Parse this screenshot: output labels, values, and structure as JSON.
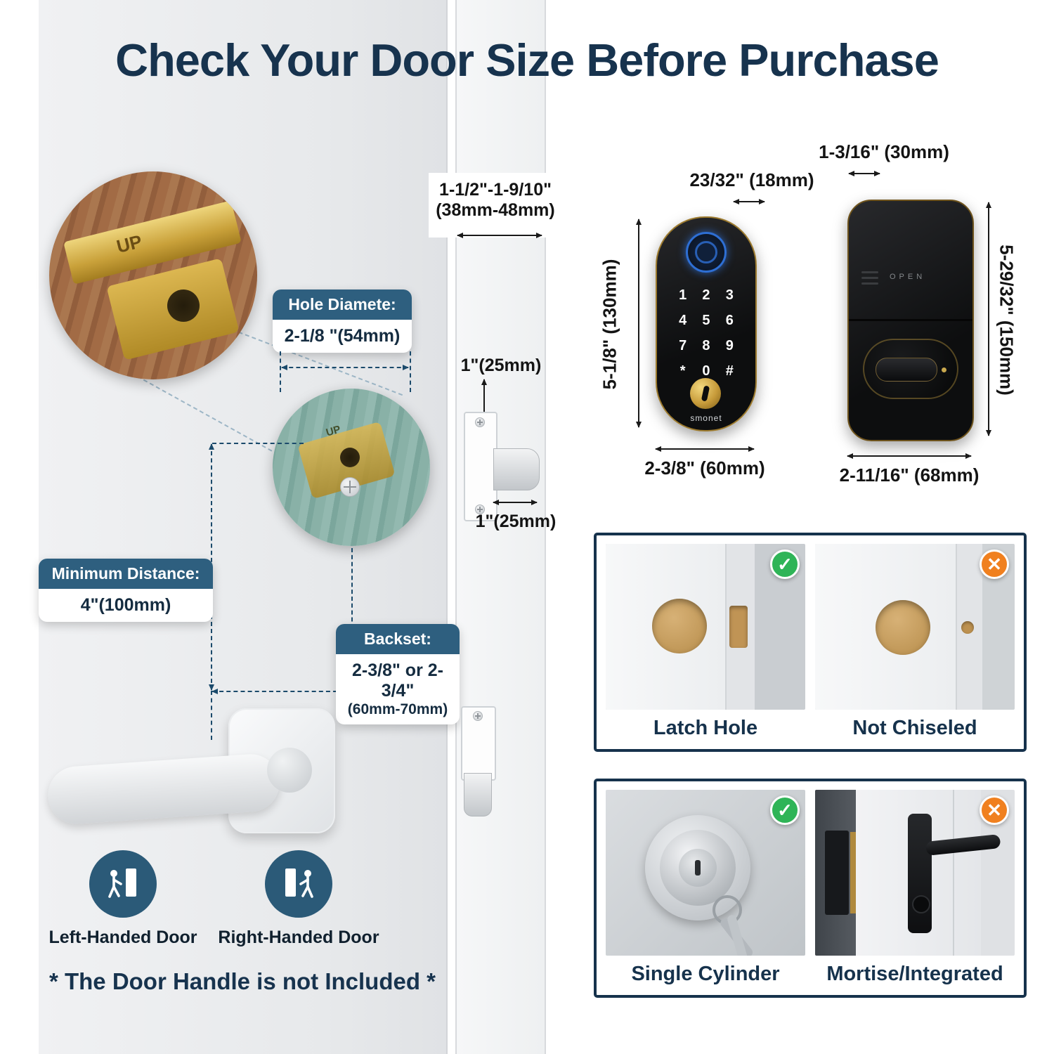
{
  "title": "Check Your Door Size Before Purchase",
  "icons": {
    "check": "✓",
    "cross": "✕"
  },
  "callouts": {
    "hole": {
      "label": "Hole Diamete:",
      "value": "2-1/8 \"(54mm)"
    },
    "min_distance": {
      "label": "Minimum Distance:",
      "value": "4\"(100mm)"
    },
    "backset": {
      "label": "Backset:",
      "line1": "2-3/8\" or 2-3/4\"",
      "line2": "(60mm-70mm)"
    }
  },
  "door": {
    "up_text": "UP",
    "edge_thickness_line1": "1-1/2\"-1-9/10\"",
    "edge_thickness_line2": "(38mm-48mm)",
    "latch_height": "1\"(25mm)",
    "latch_depth": "1\"(25mm)"
  },
  "lock_front": {
    "width_top": "23/32\" (18mm)",
    "height": "5-1/8\" (130mm)",
    "width_bottom": "2-3/8\" (60mm)",
    "brand": "smonet",
    "keys": [
      "1",
      "2",
      "3",
      "4",
      "5",
      "6",
      "7",
      "8",
      "9",
      "*",
      "0",
      "#"
    ]
  },
  "lock_back": {
    "width_top": "1-3/16\" (30mm)",
    "height": "5-29/32\" (150mm)",
    "width_bottom": "2-11/16\" (68mm)",
    "open_label": "OPEN"
  },
  "check_panels": [
    {
      "left_label": "Latch Hole",
      "right_label": "Not Chiseled"
    },
    {
      "left_label": "Single Cylinder",
      "right_label": "Mortise/Integrated"
    }
  ],
  "handedness": {
    "left": "Left-Handed Door",
    "right": "Right-Handed Door"
  },
  "footnote": "* The Door Handle is not Included *"
}
